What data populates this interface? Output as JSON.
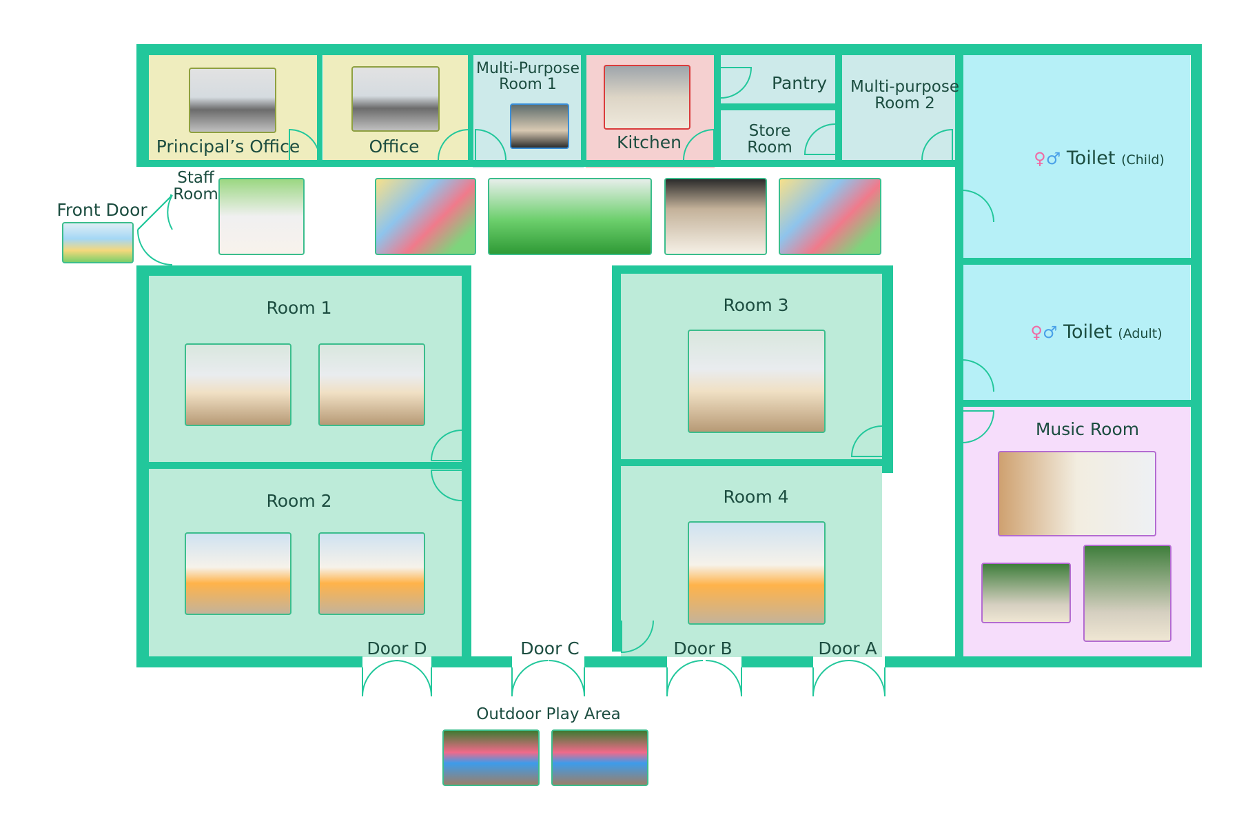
{
  "rooms": {
    "principals_office": "Principal’s Office",
    "office": "Office",
    "multi_purpose_1": [
      "Multi-Purpose",
      "Room 1"
    ],
    "kitchen": "Kitchen",
    "pantry": "Pantry",
    "store_room": [
      "Store",
      "Room"
    ],
    "multi_purpose_2": [
      "Multi-purpose",
      "Room 2"
    ],
    "toilet_child": {
      "label": "Toilet",
      "qualifier": "(Child)"
    },
    "toilet_adult": {
      "label": "Toilet",
      "qualifier": "(Adult)"
    },
    "staff_room": [
      "Staff",
      "Room"
    ],
    "front_door": "Front Door",
    "room_1": "Room 1",
    "room_2": "Room 2",
    "room_3": "Room 3",
    "room_4": "Room 4",
    "music_room": "Music Room"
  },
  "doors": {
    "door_a": "Door A",
    "door_b": "Door B",
    "door_c": "Door C",
    "door_d": "Door D"
  },
  "outdoor": {
    "label": "Outdoor Play Area"
  },
  "colors": {
    "wall": "#22c79b",
    "room_mint": "#bdebd9",
    "office_yellow": "#efedbe",
    "toilet_cyan": "#b6f0f7",
    "kitchen_pink": "#f5d0d0",
    "music_lilac": "#f6ddfb",
    "text": "#1c4d40"
  },
  "icons": {
    "toilet": "restroom-people-icon"
  }
}
